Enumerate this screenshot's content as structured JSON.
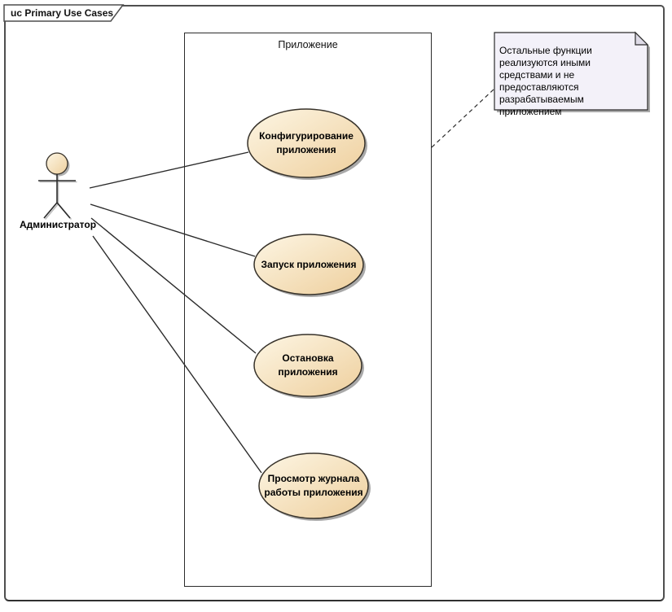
{
  "frame": {
    "title": "uc Primary Use Cases",
    "kind": "use-case-diagram"
  },
  "system_boundary": {
    "label": "Приложение"
  },
  "actor": {
    "label": "Администратор"
  },
  "use_cases": [
    {
      "label": "Конфигурирование приложения"
    },
    {
      "label": "Запуск приложения"
    },
    {
      "label": "Остановка приложения"
    },
    {
      "label": "Просмотр журнала работы приложения"
    }
  ],
  "note": {
    "text": "Остальные функции реализуются иными средствами и не предоставляются разрабатываемым приложением"
  },
  "relationships": [
    {
      "from": "Администратор",
      "to": "Конфигурирование приложения",
      "type": "association"
    },
    {
      "from": "Администратор",
      "to": "Запуск приложения",
      "type": "association"
    },
    {
      "from": "Администратор",
      "to": "Остановка приложения",
      "type": "association"
    },
    {
      "from": "Администратор",
      "to": "Просмотр журнала работы приложения",
      "type": "association"
    },
    {
      "from": "note",
      "to": "Приложение",
      "type": "note-link"
    }
  ],
  "colors": {
    "use_case_fill_light": "#fdf6e4",
    "use_case_fill_dark": "#eecf9d",
    "shape_border": "#37322a",
    "note_fill": "#f3f1f9",
    "note_fold": "#dedbe7",
    "shadow": "#a9a9a9",
    "frame_border": "#4f4f4f"
  }
}
